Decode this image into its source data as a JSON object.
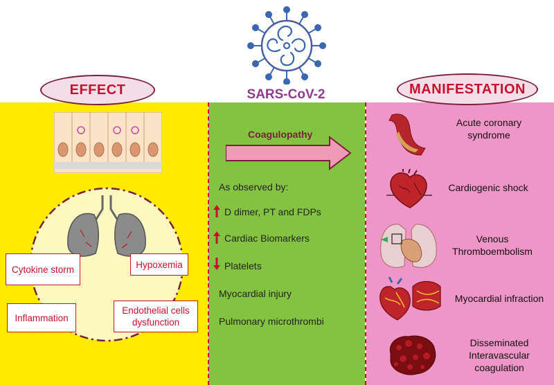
{
  "header": {
    "effect": "EFFECT",
    "virus": "SARS-CoV-2",
    "manifestation": "MANIFESTATION"
  },
  "effect": {
    "labels": [
      "Cytokine storm",
      "Hypoxemia",
      "Inflammation",
      "Endothelial cells dysfunction"
    ]
  },
  "middle": {
    "arrow_label": "Coagulopathy",
    "observed": "As observed by:",
    "items": [
      {
        "text": "D dimer, PT and FDPs",
        "direction": "up"
      },
      {
        "text": "Cardiac Biomarkers",
        "direction": "up"
      },
      {
        "text": "Platelets",
        "direction": "down"
      },
      {
        "text": "Myocardial injury",
        "direction": "none"
      },
      {
        "text": "Pulmonary microthrombi",
        "direction": "none"
      }
    ]
  },
  "manifestation": {
    "items": [
      {
        "text": "Acute coronary syndrome",
        "icon": "artery-icon"
      },
      {
        "text": "Cardiogenic shock",
        "icon": "heart-icon"
      },
      {
        "text": "Venous Thromboembolism",
        "icon": "lungs-heart-icon"
      },
      {
        "text": "Myocardial infraction",
        "icon": "heart-artery-icon"
      },
      {
        "text": "Disseminated Interavascular coagulation",
        "icon": "clot-icon"
      }
    ]
  },
  "colors": {
    "effect_panel": "#ffeb00",
    "middle_panel": "#84c341",
    "manifestation_panel": "#f095c7",
    "accent_red": "#c8102e",
    "virus_purple": "#8e3b8e"
  }
}
